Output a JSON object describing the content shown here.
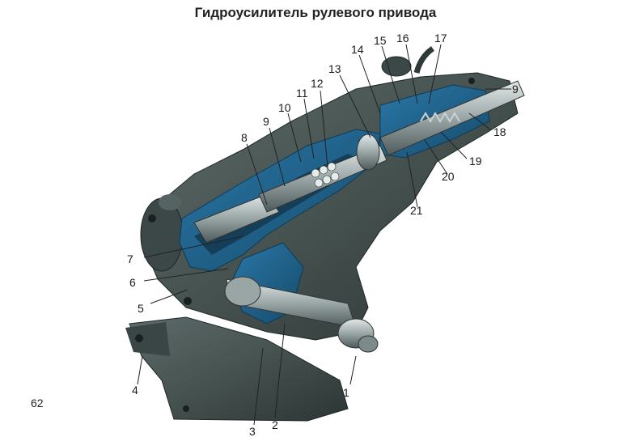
{
  "page": {
    "title": "Гидроусилитель рулевого привода",
    "page_number": "62"
  },
  "labels": [
    "1",
    "2",
    "3",
    "4",
    "5",
    "6",
    "7",
    "8",
    "9",
    "10",
    "11",
    "12",
    "13",
    "14",
    "15",
    "16",
    "17",
    "9",
    "18",
    "19",
    "20",
    "21"
  ],
  "colors": {
    "housing": "#4d5a5a",
    "housing_dark": "#2f3939",
    "cutaway_blue": "#1f5f86",
    "metal": "#b9c3c3",
    "leader": "#222222"
  }
}
